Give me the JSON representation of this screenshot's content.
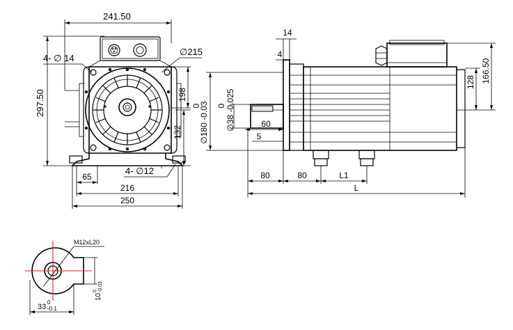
{
  "front_view": {
    "dim_width": "241.50",
    "dim_height": "297.50",
    "dim_flange_dia": "∅215",
    "dim_holes": "4- ∅ 14",
    "dim_198": "198",
    "dim_132": "132",
    "dim_foot_holes": "4- ∅12",
    "dim_65": "65",
    "dim_216": "216",
    "dim_250": "250"
  },
  "side_view": {
    "dim_14": "14",
    "dim_4": "4",
    "dim_flange_dia_a": "0",
    "dim_flange_dia_b": "∅180 -0.03",
    "dim_shaft_dia_a": "0",
    "dim_shaft_dia_b": "∅38 -0.025",
    "dim_60": "60",
    "dim_5": "5",
    "dim_80a": "80",
    "dim_80b": "80",
    "dim_L1": "L1",
    "dim_L": "L",
    "dim_128": "128",
    "dim_16650": "166.50"
  },
  "shaft_section": {
    "thread": "M12xL20",
    "dim_33_base": "33",
    "dim_33_tol_top": "0",
    "dim_33_tol_bottom": "-0.1",
    "dim_10_base": "10",
    "dim_10_tol_top": "0",
    "dim_10_tol_bottom": "-0.03"
  }
}
